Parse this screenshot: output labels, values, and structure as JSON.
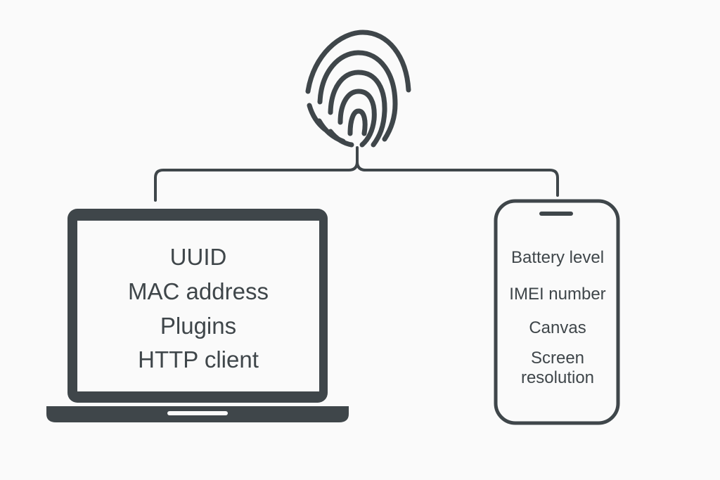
{
  "colors": {
    "stroke": "#3f464a",
    "background": "#fafafa"
  },
  "icons": {
    "fingerprint": "fingerprint-icon",
    "laptop": "laptop-icon",
    "phone": "smartphone-icon"
  },
  "laptop": {
    "items": [
      "UUID",
      "MAC address",
      "Plugins",
      "HTTP client"
    ]
  },
  "phone": {
    "items": [
      "Battery level",
      "IMEI number",
      "Canvas",
      "Screen",
      "resolution"
    ]
  }
}
